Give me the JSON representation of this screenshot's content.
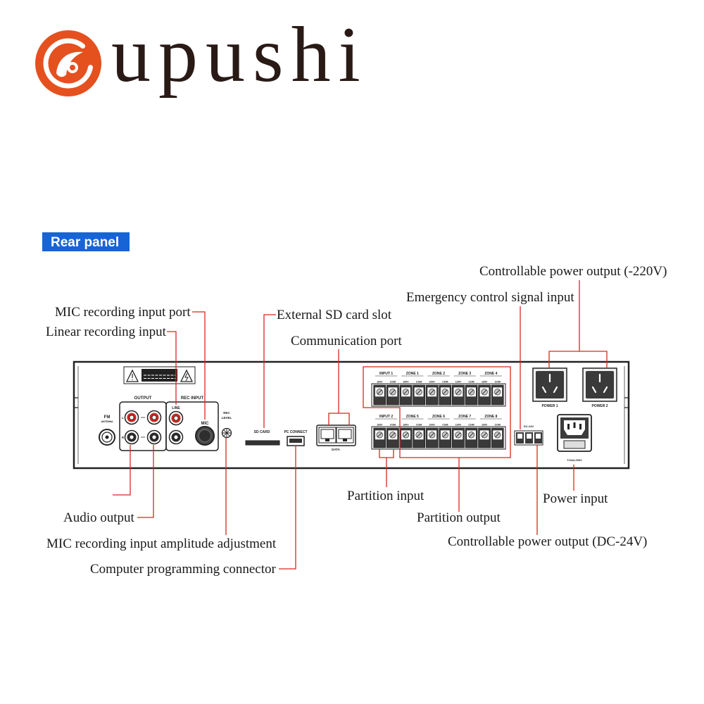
{
  "brand": {
    "name": "upushi",
    "logo_icon": "upushi-swirl-icon",
    "logo_color": "#e5501f",
    "text_color": "#2a1a16"
  },
  "section_label": {
    "text": "Rear panel",
    "color": "#1764d6"
  },
  "callouts": {
    "line_color": "#d8281e",
    "power_220v": "Controllable power output (-220V)",
    "emergency": "Emergency control signal input",
    "mic_port": "MIC recording input port",
    "sd_card": "External SD card slot",
    "line_input": "Linear recording input",
    "comm_port": "Communication port",
    "partition_input": "Partition input",
    "power_input": "Power input",
    "audio_output": "Audio output",
    "partition_output": "Partition output",
    "power_24v": "Controllable power output (DC-24V)",
    "rec_level": "MIC recording input amplitude adjustment",
    "pc_connector": "Computer programming connector"
  },
  "panel": {
    "fm": "FM",
    "antenna": "ANTENNA",
    "output": "OUTPUT",
    "left_channel": "L",
    "right_channel": "R",
    "rec_input": "REC INPUT",
    "line": "LINE",
    "mic": "MIC",
    "rec_level": [
      "REC",
      "LEVEL"
    ],
    "sd_card": "SD CARD",
    "pc_connect": "PC CONNECT",
    "data": "DATA",
    "terminal_row1": [
      "INPUT 1",
      "ZONE 1",
      "ZONE 2",
      "ZONE 3",
      "ZONE 4"
    ],
    "terminal_row2": [
      "INPUT 2",
      "ZONE 5",
      "ZONE 6",
      "ZONE 7",
      "ZONE 8"
    ],
    "terminal_pins": [
      "100V",
      "COM"
    ],
    "dc_label": "DC-24V",
    "power1": "POWER 1",
    "power2": "POWER 2",
    "fuse_rating": "T10AL250V",
    "jack_color": "#c8261f"
  }
}
